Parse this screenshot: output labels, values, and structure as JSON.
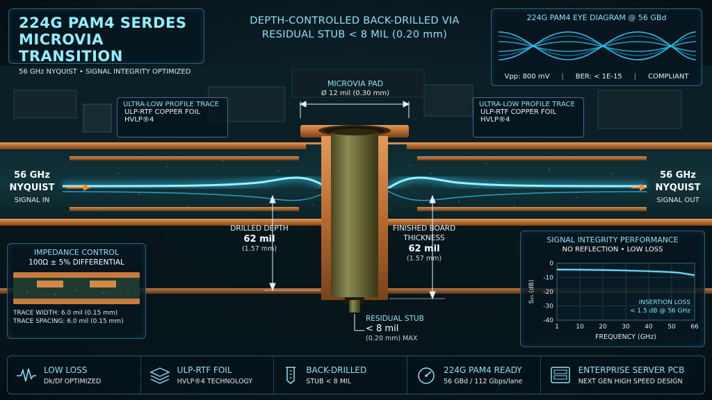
{
  "title": {
    "line1": "224G PAM4 SERDES",
    "line2": "MICROVIA TRANSITION",
    "subtitle": "56 GHz NYQUIST • SIGNAL INTEGRITY OPTIMIZED"
  },
  "header": {
    "line1": "DEPTH-CONTROLLED BACK-DRILLED VIA",
    "line2": "RESIDUAL STUB < 8 MIL (0.20 mm)"
  },
  "eye_diagram": {
    "title": "224G PAM4 EYE DIAGRAM @ 56 GBd",
    "vpp": "Vpp: 800 mV",
    "ber": "BER: < 1E-15",
    "status": "COMPLIANT"
  },
  "microvia_pad": {
    "title": "MICROVIA PAD",
    "size": "Ø 12 mil (0.30 mm)"
  },
  "trace_callout_left": {
    "title": "ULTRA-LOW PROFILE TRACE",
    "line1": "ULP-RTF COPPER FOIL",
    "line2": "HVLP®4"
  },
  "trace_callout_right": {
    "title": "ULTRA-LOW PROFILE TRACE",
    "line1": "ULP-RTF COPPER FOIL",
    "line2": "HVLP®4"
  },
  "signal_in": {
    "line1": "56 GHz",
    "line2": "NYQUIST",
    "line3": "SIGNAL IN"
  },
  "signal_out": {
    "line1": "56 GHz",
    "line2": "NYQUIST",
    "line3": "SIGNAL OUT"
  },
  "drilled_depth": {
    "title": "DRILLED DEPTH",
    "value": "62 mil",
    "mm": "(1.57 mm)"
  },
  "board_thickness": {
    "title1": "FINISHED BOARD",
    "title2": "THICKNESS",
    "value": "62 mil",
    "mm": "(1.57 mm)"
  },
  "residual_stub": {
    "title": "RESIDUAL STUB",
    "value": "< 8 mil",
    "mm": "(0.20 mm) MAX"
  },
  "impedance": {
    "title": "IMPEDANCE CONTROL",
    "subtitle": "100Ω ± 5% DIFFERENTIAL",
    "trace_width": "TRACE WIDTH: 6.0 mil (0.15 mm)",
    "trace_spacing": "TRACE SPACING: 6.0 mil (0.15 mm)"
  },
  "si_performance": {
    "title": "SIGNAL INTEGRITY PERFORMANCE",
    "subtitle": "NO REFLECTION • LOW LOSS",
    "annotation1": "INSERTION LOSS",
    "annotation2": "< 1.5 dB @ 56 GHz"
  },
  "chart_data": {
    "type": "line",
    "title": "SIGNAL INTEGRITY PERFORMANCE",
    "xlabel": "FREQUENCY (GHz)",
    "ylabel": "S₂₁ (dB)",
    "x_ticks": [
      "1",
      "10",
      "20",
      "30",
      "40",
      "50",
      "66"
    ],
    "y_ticks": [
      0,
      -10,
      -20,
      -30,
      -40
    ],
    "ylim": [
      -40,
      0
    ],
    "series": [
      {
        "x": [
          1,
          10,
          20,
          30,
          40,
          50,
          56,
          66
        ],
        "y": [
          -4.5,
          -4.6,
          -4.8,
          -5.1,
          -5.6,
          -6.3,
          -6.8,
          -8.5
        ]
      }
    ]
  },
  "features": [
    {
      "icon": "wave-icon",
      "title": "LOW LOSS",
      "sub": "Dk/Df OPTIMIZED"
    },
    {
      "icon": "layers-icon",
      "title": "ULP-RTF FOIL",
      "sub": "HVLP®4 TECHNOLOGY"
    },
    {
      "icon": "drill-icon",
      "title": "BACK-DRILLED",
      "sub": "STUB < 8 MIL"
    },
    {
      "icon": "gauge-icon",
      "title": "224G PAM4 READY",
      "sub": "56 GBd / 112 Gbps/lane"
    },
    {
      "icon": "server-icon",
      "title": "ENTERPRISE SERVER PCB",
      "sub": "NEXT GEN HIGH SPEED DESIGN"
    }
  ],
  "colors": {
    "copper": "#c77a3c",
    "signal": "#35d2ff",
    "accent": "#8fe2f6",
    "arrow": "#ff8a2a"
  }
}
